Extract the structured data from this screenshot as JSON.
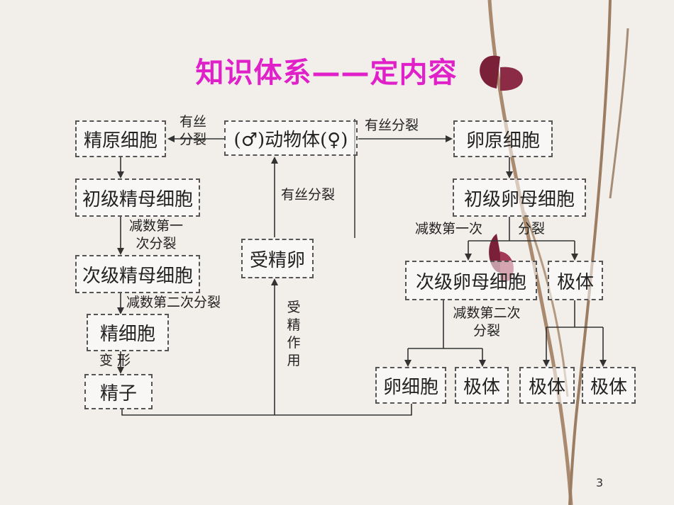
{
  "slide": {
    "title": "知识体系——定内容",
    "page_number": "3"
  },
  "nodes": {
    "spermatogonium": "精原细胞",
    "animal": "(♂)动物体(♀)",
    "oogonium": "卵原细胞",
    "primary_spermatocyte": "初级精母细胞",
    "primary_oocyte": "初级卵母细胞",
    "secondary_spermatocyte": "次级精母细胞",
    "zygote": "受精卵",
    "secondary_oocyte": "次级卵母细胞",
    "polar_body_1": "极体",
    "spermatid": "精细胞",
    "sperm": "精子",
    "egg": "卵细胞",
    "polar_body_2": "极体",
    "polar_body_3": "极体",
    "polar_body_4": "极体"
  },
  "labels": {
    "mitosis_left": "有丝分裂",
    "mitosis_right": "有丝分裂",
    "mitosis_up": "有丝分裂",
    "meiosis1_male": "减数第一次分裂",
    "meiosis2_male": "减数第二次分裂",
    "transform": "变 形",
    "fertilization": "受精作用",
    "meiosis1_female_a": "减数第一次",
    "meiosis1_female_b": "分裂",
    "meiosis2_female": "减数第二次分裂"
  }
}
